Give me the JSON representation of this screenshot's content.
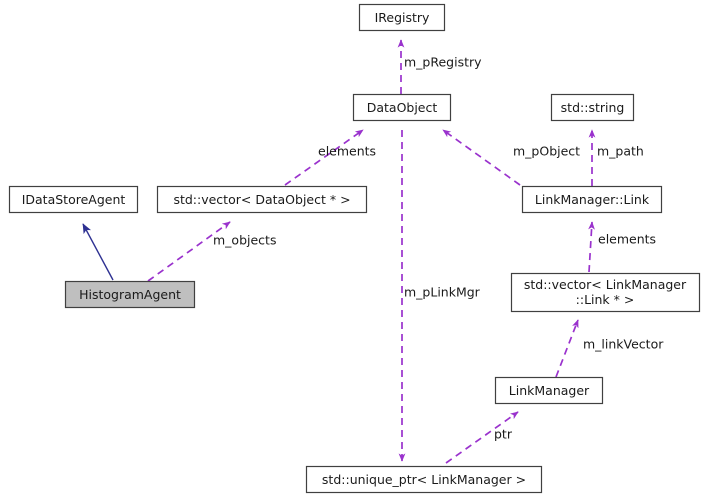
{
  "diagram": {
    "type": "uml-collaboration-diagram",
    "background_color": "#ffffff",
    "colors": {
      "association_edge": "#9a32cd",
      "inheritance_edge": "#2e3192",
      "node_border": "#404040",
      "node_fill": "#ffffff",
      "highlight_fill": "#bfbfbf",
      "text": "#1a1a1a"
    },
    "nodes": [
      {
        "id": "iregistry",
        "label": "IRegistry",
        "highlighted": false
      },
      {
        "id": "dataobject",
        "label": "DataObject",
        "highlighted": false
      },
      {
        "id": "stdstring",
        "label": "std::string",
        "highlighted": false
      },
      {
        "id": "idatastoreagent",
        "label": "IDataStoreAgent",
        "highlighted": false
      },
      {
        "id": "vectordataobject",
        "label": "std::vector< DataObject * >",
        "highlighted": false
      },
      {
        "id": "linkmanagerlink",
        "label": "LinkManager::Link",
        "highlighted": false
      },
      {
        "id": "histogramagent",
        "label": "HistogramAgent",
        "highlighted": true
      },
      {
        "id": "vectorlink_line1",
        "label": "std::vector< LinkManager",
        "highlighted": false
      },
      {
        "id": "vectorlink_line2",
        "label": "::Link * >",
        "highlighted": false
      },
      {
        "id": "linkmanager",
        "label": "LinkManager",
        "highlighted": false
      },
      {
        "id": "uniqueptr",
        "label": "std::unique_ptr< LinkManager >",
        "highlighted": false
      }
    ],
    "edge_labels": [
      {
        "id": "m_pRegistry",
        "text": "m_pRegistry"
      },
      {
        "id": "elements_left",
        "text": "elements"
      },
      {
        "id": "m_pObject",
        "text": "m_pObject"
      },
      {
        "id": "m_path",
        "text": "m_path"
      },
      {
        "id": "m_objects",
        "text": "m_objects"
      },
      {
        "id": "elements_right",
        "text": "elements"
      },
      {
        "id": "m_pLinkMgr",
        "text": "m_pLinkMgr"
      },
      {
        "id": "m_linkVector",
        "text": "m_linkVector"
      },
      {
        "id": "ptr",
        "text": "ptr"
      }
    ]
  }
}
